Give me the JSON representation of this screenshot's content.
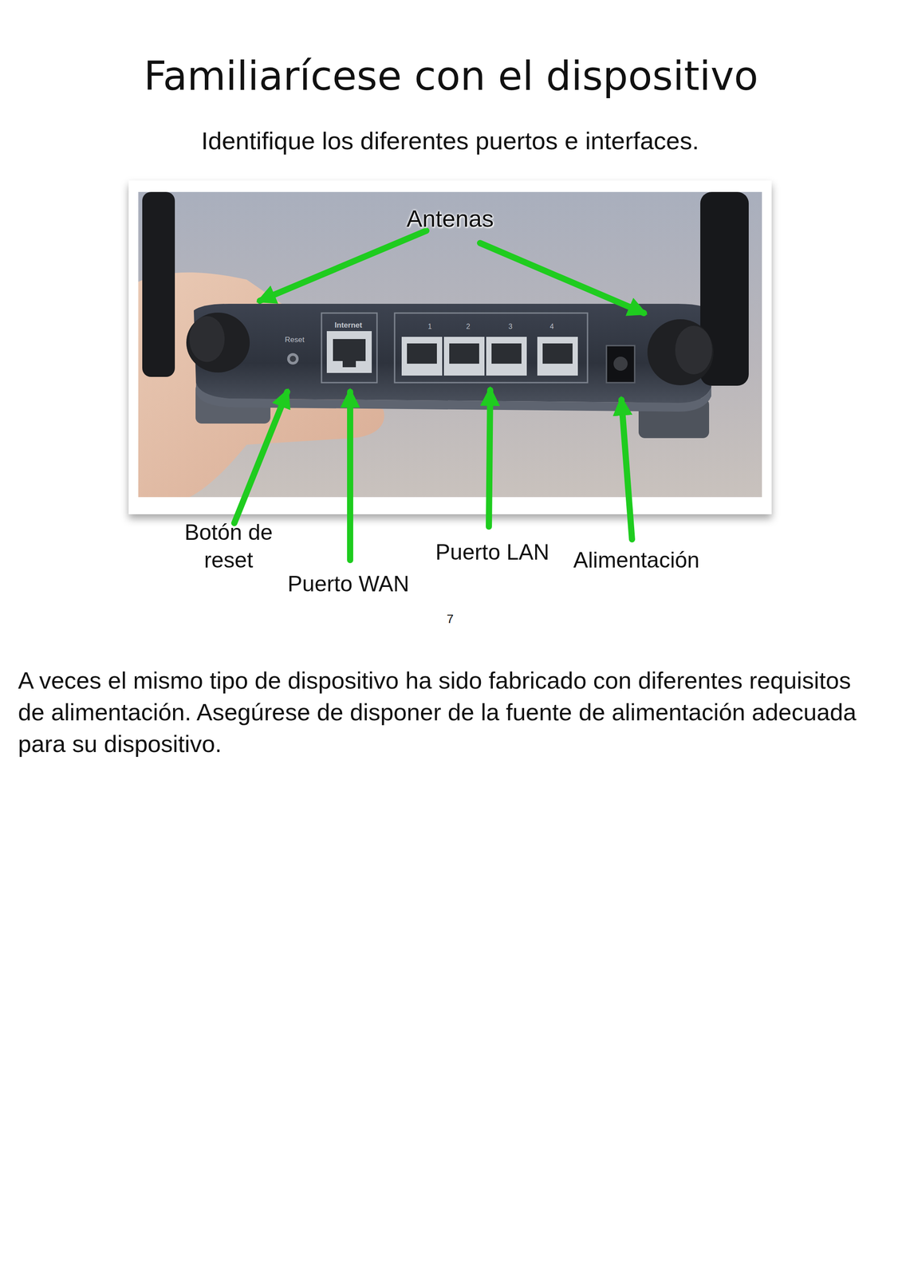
{
  "diagram": {
    "title": "Familiarícese con el dispositivo",
    "labels": [
      "Identifique los diferentes puertos e interfaces.",
      "Antenas",
      "Reset",
      "Internet",
      "1",
      "2",
      "3",
      "4",
      "Botón de reset",
      "Puerto WAN",
      "Puerto LAN",
      "Alimentación",
      "7",
      "A veces el mismo tipo de dispositivo ha sido fabricado con diferentes requisitos de alimentación. Asegúrese de disponer de la fuente de alimentación adecuada para su dispositivo."
    ]
  }
}
